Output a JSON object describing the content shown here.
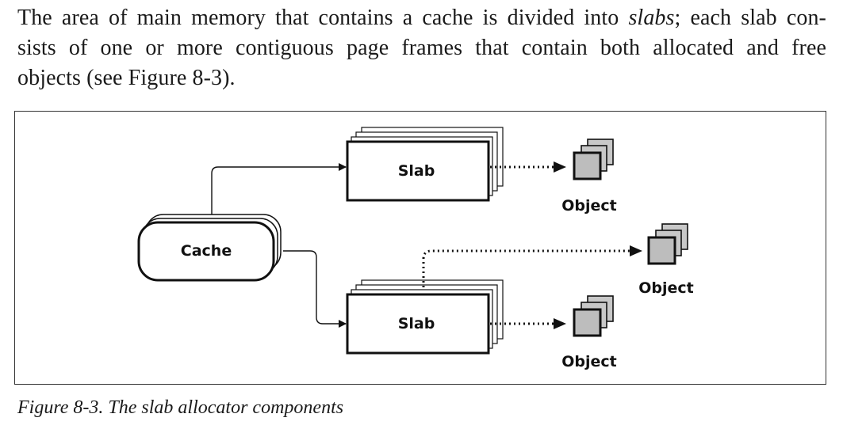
{
  "paragraph": {
    "line1_a": "The area of main memory that contains a cache is divided into ",
    "line1_em": "slabs",
    "line1_b": "; each slab con-",
    "line2": "sists of one or more contiguous page frames that contain both allocated and free",
    "line3": "objects (see Figure 8-3)."
  },
  "diagram": {
    "cache_label": "Cache",
    "slab_top_label": "Slab",
    "slab_bottom_label": "Slab",
    "object_top_label": "Object",
    "object_middle_label": "Object",
    "object_bottom_label": "Object"
  },
  "caption": "Figure 8-3. The slab allocator components"
}
